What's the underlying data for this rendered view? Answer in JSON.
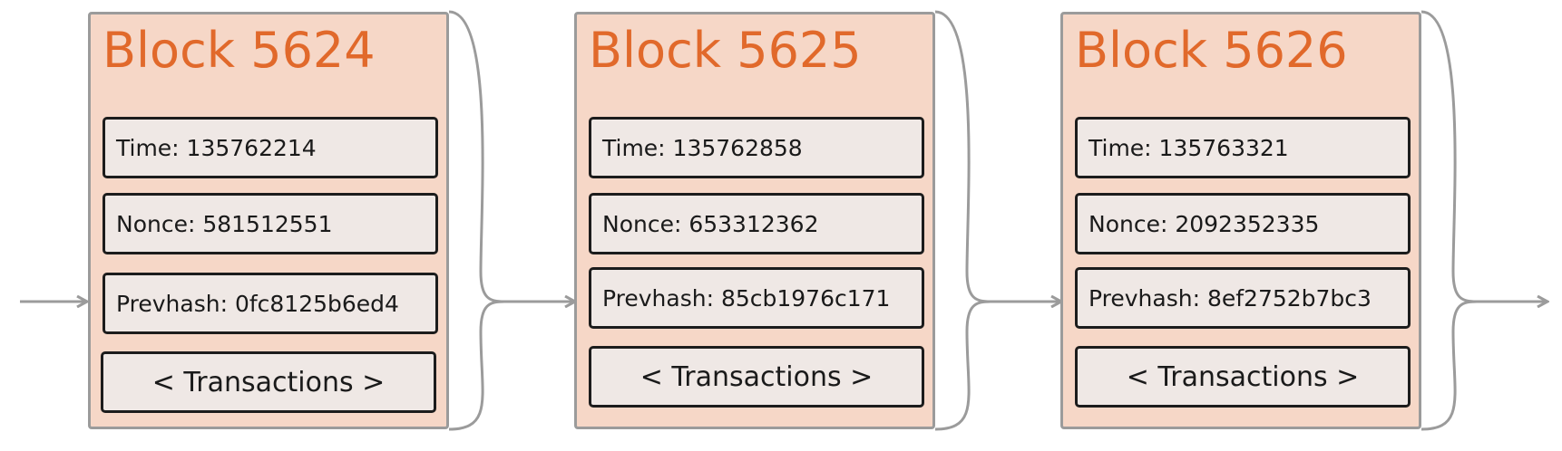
{
  "colors": {
    "block_fill": "#f6d7c7",
    "block_border": "#9b9b9b",
    "title_color": "#e1692b",
    "field_fill": "#efe8e5",
    "field_border": "#1c1c1c",
    "connector": "#9b9b9b"
  },
  "blocks": [
    {
      "title": "Block 5624",
      "time": "Time: 135762214",
      "nonce": "Nonce: 581512551",
      "prevhash": "Prevhash: 0fc8125b6ed4",
      "transactions": "< Transactions >"
    },
    {
      "title": "Block 5625",
      "time": "Time: 135762858",
      "nonce": "Nonce: 653312362",
      "prevhash": "Prevhash: 85cb1976c171",
      "transactions": "< Transactions >"
    },
    {
      "title": "Block 5626",
      "time": "Time: 135763321",
      "nonce": "Nonce: 2092352335",
      "prevhash": "Prevhash: 8ef2752b7bc3",
      "transactions": "< Transactions >"
    }
  ],
  "icons": [
    "incoming-arrow-icon",
    "brace-connector-icon",
    "arrow-right-icon",
    "outgoing-arrow-icon"
  ]
}
